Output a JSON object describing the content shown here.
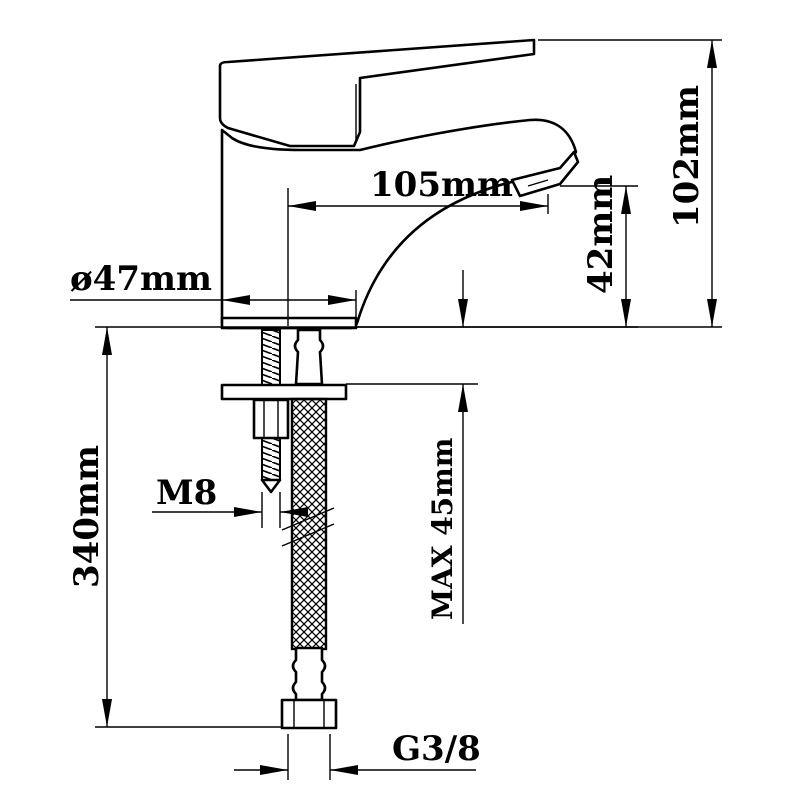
{
  "diagram": {
    "labels": {
      "spout_length": "105mm",
      "base_diameter": "ø47mm",
      "spout_height": "42mm",
      "total_height": "102mm",
      "hose_length": "340mm",
      "stud_thread": "M8",
      "max_deck_thickness": "MAX 45mm",
      "hose_connection": "G3/8"
    },
    "colors": {
      "line": "#000000",
      "background": "#ffffff"
    }
  }
}
